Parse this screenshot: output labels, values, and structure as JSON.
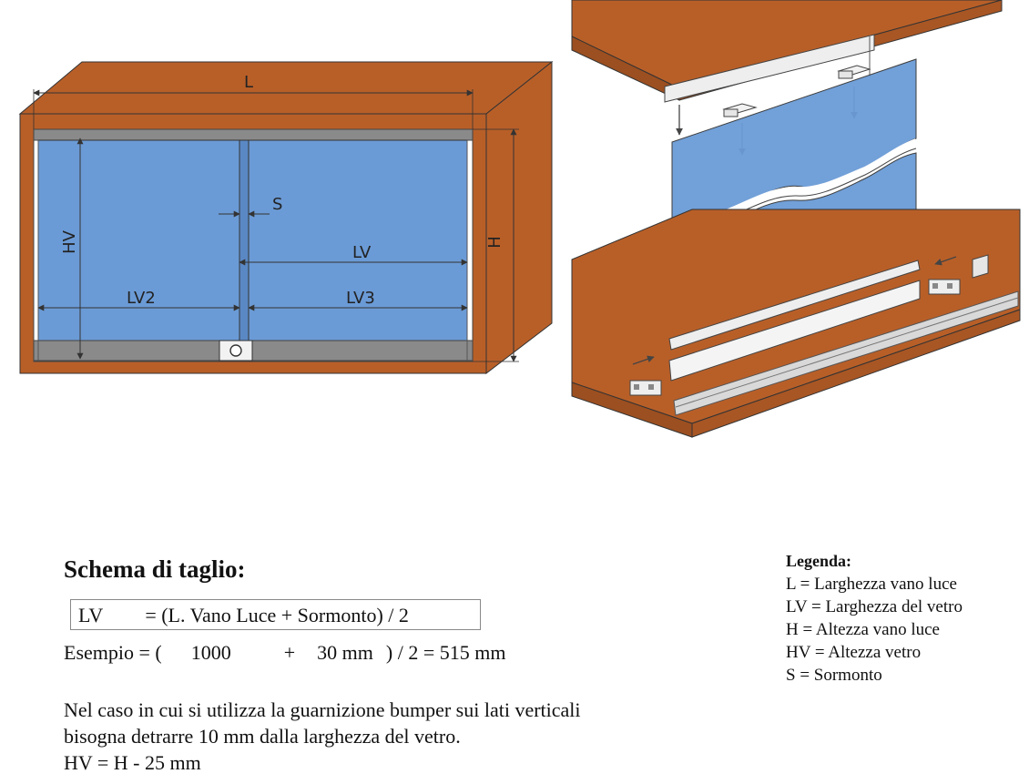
{
  "dimension_labels": {
    "L": "L",
    "H": "H",
    "HV": "HV",
    "S": "S",
    "LV": "LV",
    "LV2": "LV2",
    "LV3": "LV3"
  },
  "cutting_scheme": {
    "title": "Schema di taglio:",
    "formula_name": "LV",
    "formula_expr": "= (L. Vano Luce + Sormonto) / 2",
    "example_prefix": "Esempio = (",
    "example_width": "1000",
    "example_plus": "+",
    "example_overlap": "30 mm",
    "example_result": ") / 2 = 515 mm",
    "note_line1": "Nel caso in cui si utilizza la guarnizione bumper sui lati verticali",
    "note_line2": "bisogna detrarre 10 mm dalla larghezza del vetro.",
    "note_line3": "HV = H - 25 mm"
  },
  "legend": {
    "title": "Legenda:",
    "items": [
      "L = Larghezza vano luce",
      "LV = Larghezza del vetro",
      "H = Altezza vano luce",
      "HV = Altezza vetro",
      "S = Sormonto"
    ]
  },
  "colors": {
    "wood": "#b85f28",
    "glass": "#6b9bd6",
    "rail": "#8a8a8a"
  }
}
